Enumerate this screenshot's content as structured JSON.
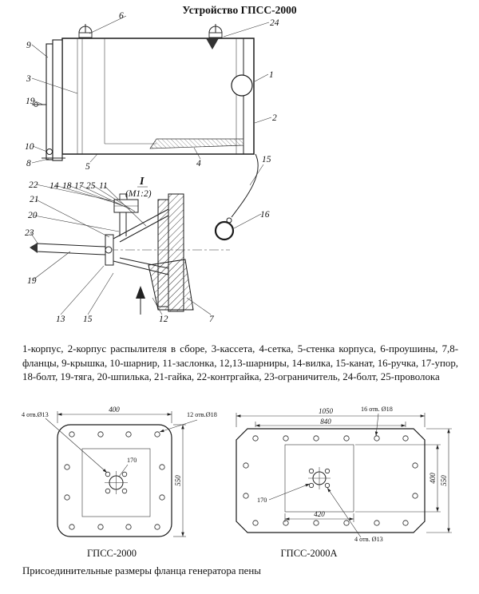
{
  "page": {
    "title": "Устройство ГПСС-2000",
    "caption": "Присоединительные размеры фланца генератора пены",
    "parts_list": "1-корпус, 2-корпус распылителя в сборе, 3-кассета, 4-сетка, 5-стенка корпуса, 6-проушины, 7,8-фланцы, 9-крышка, 10-шарнир, 11-заслонка, 12,13-шарниры, 14-вилка, 15-канат, 16-ручка, 17-упор, 18-болт, 19-тяга, 20-шпилька, 21-гайка, 22-контргайка, 23-ограничитель, 24-болт, 25-проволока"
  },
  "main_drawing": {
    "callouts": {
      "lugs": "6",
      "bolt24": "24",
      "cover": "9",
      "cassette": "3",
      "rod19": "19",
      "hinge10": "10",
      "flange8": "8",
      "wall": "5",
      "body": "1",
      "sprayer": "2",
      "mesh": "4",
      "rope15": "15",
      "handle16": "16"
    },
    "detail_mark": "I",
    "detail_scale": "(М1:2)"
  },
  "detail_drawing": {
    "callouts": {
      "locknut": "22",
      "fork": "14",
      "bolt18": "18",
      "stop": "17",
      "wire": "25",
      "damper": "11",
      "nut": "21",
      "stud": "20",
      "limiter": "23",
      "rod19": "19",
      "hinge13": "13",
      "rope15": "15",
      "hinge12": "12",
      "flange7": "7"
    }
  },
  "flange_small": {
    "label": "ГПСС-2000",
    "dim_width": "400",
    "dim_height": "550",
    "dim_center": "170",
    "holes_center": "4 отв.Ø13",
    "holes_rim": "12 отв.Ø18"
  },
  "flange_large": {
    "label": "ГПСС-2000А",
    "dim_width": "1050",
    "dim_inner_width": "840",
    "dim_inner_height": "400",
    "dim_height": "550",
    "dim_bottom": "420",
    "dim_center": "170",
    "holes_rim": "16 отв. Ø18",
    "holes_center": "4 отв. Ø13"
  }
}
